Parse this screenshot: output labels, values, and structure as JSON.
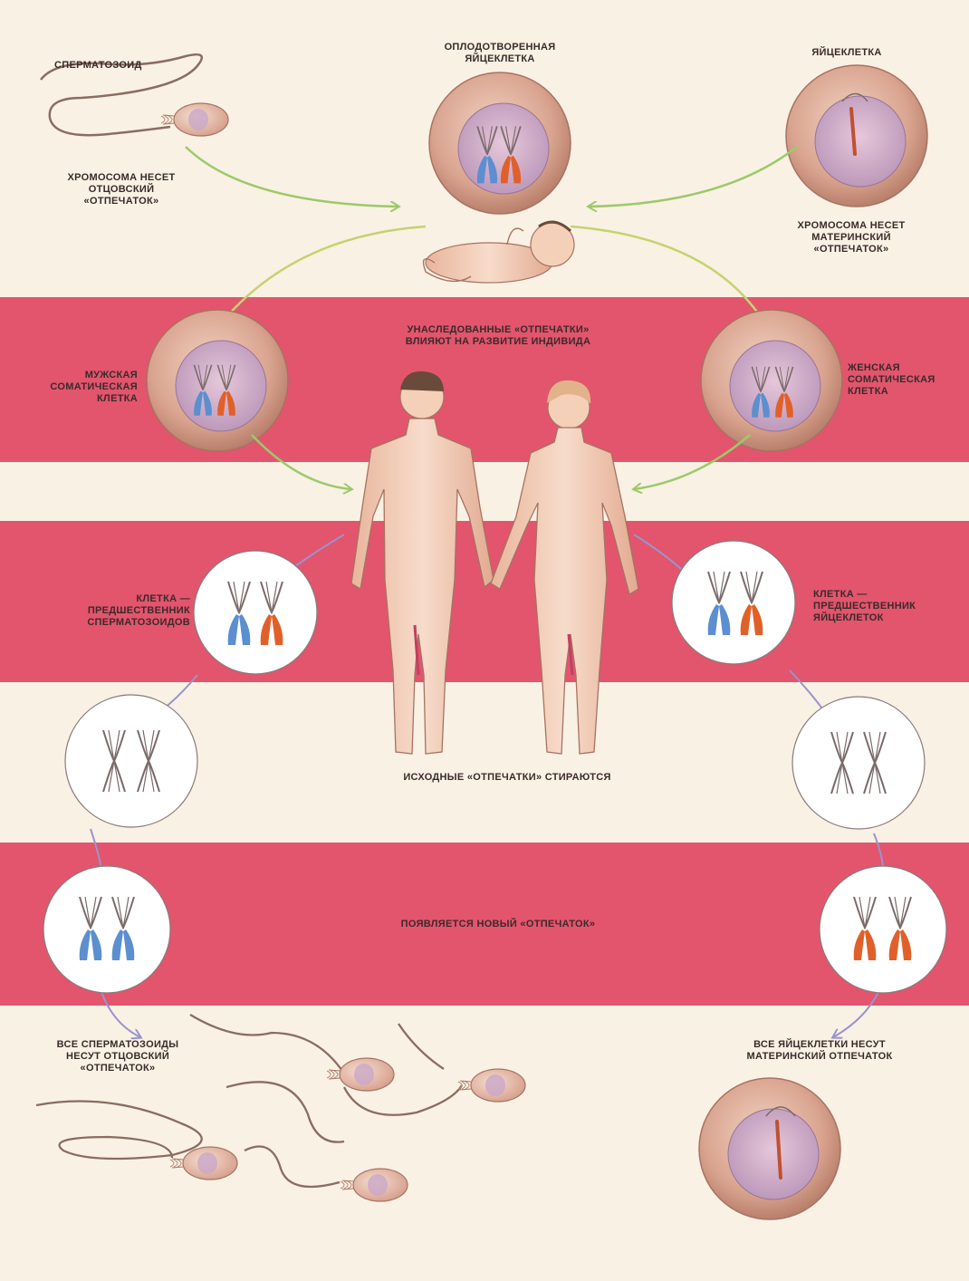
{
  "labels": {
    "sperm": "СПЕРМАТОЗОИД",
    "paternal_mark": [
      "ХРОМОСОМА НЕСЕТ",
      "ОТЦОВСКИЙ",
      "«ОТПЕЧАТОК»"
    ],
    "fertilized_egg": [
      "ОПЛОДОТВОРЕННАЯ",
      "ЯЙЦЕКЛЕТКА"
    ],
    "egg": "ЯЙЦЕКЛЕТКА",
    "maternal_mark": [
      "ХРОМОСОМА НЕСЕТ",
      "МАТЕРИНСКИЙ",
      "«ОТПЕЧАТОК»"
    ],
    "inherited": [
      "УНАСЛЕДОВАННЫЕ «ОТПЕЧАТКИ»",
      "ВЛИЯЮТ НА РАЗВИТИЕ ИНДИВИДА"
    ],
    "male_somatic": [
      "МУЖСКАЯ",
      "СОМАТИЧЕСКАЯ",
      "КЛЕТКА"
    ],
    "female_somatic": [
      "ЖЕНСКАЯ",
      "СОМАТИЧЕСКАЯ",
      "КЛЕТКА"
    ],
    "sperm_precursor": [
      "КЛЕТКА —",
      "ПРЕДШЕСТВЕННИК",
      "СПЕРМАТОЗОИДОВ"
    ],
    "egg_precursor": [
      "КЛЕТКА —",
      "ПРЕДШЕСТВЕННИК",
      "ЯЙЦЕКЛЕТОК"
    ],
    "erased": "ИСХОДНЫЕ «ОТПЕЧАТКИ» СТИРАЮТСЯ",
    "new_mark": "ПОЯВЛЯЕТСЯ НОВЫЙ «ОТПЕЧАТОК»",
    "all_sperm": [
      "ВСЕ СПЕРМАТОЗОИДЫ",
      "НЕСУТ ОТЦОВСКИЙ",
      "«ОТПЕЧАТОК»"
    ],
    "all_eggs": [
      "ВСЕ ЯЙЦЕКЛЕТКИ НЕСУТ",
      "МАТЕРИНСКИЙ ОТПЕЧАТОК"
    ]
  },
  "colors": {
    "background": "#f9f1e4",
    "band": "#e2556d",
    "paternal": "#5b8fd0",
    "maternal": "#e0602a",
    "arrow_green": "#9cc96a",
    "arrow_purple": "#9a93cf",
    "cell": "#d9a48f",
    "nucleus": "#b995b8",
    "skin": "#f4d0b8"
  },
  "icons": [
    "sperm-icon",
    "egg-cell-icon",
    "infant-icon",
    "human-figures-icon",
    "chromosome-icon"
  ]
}
